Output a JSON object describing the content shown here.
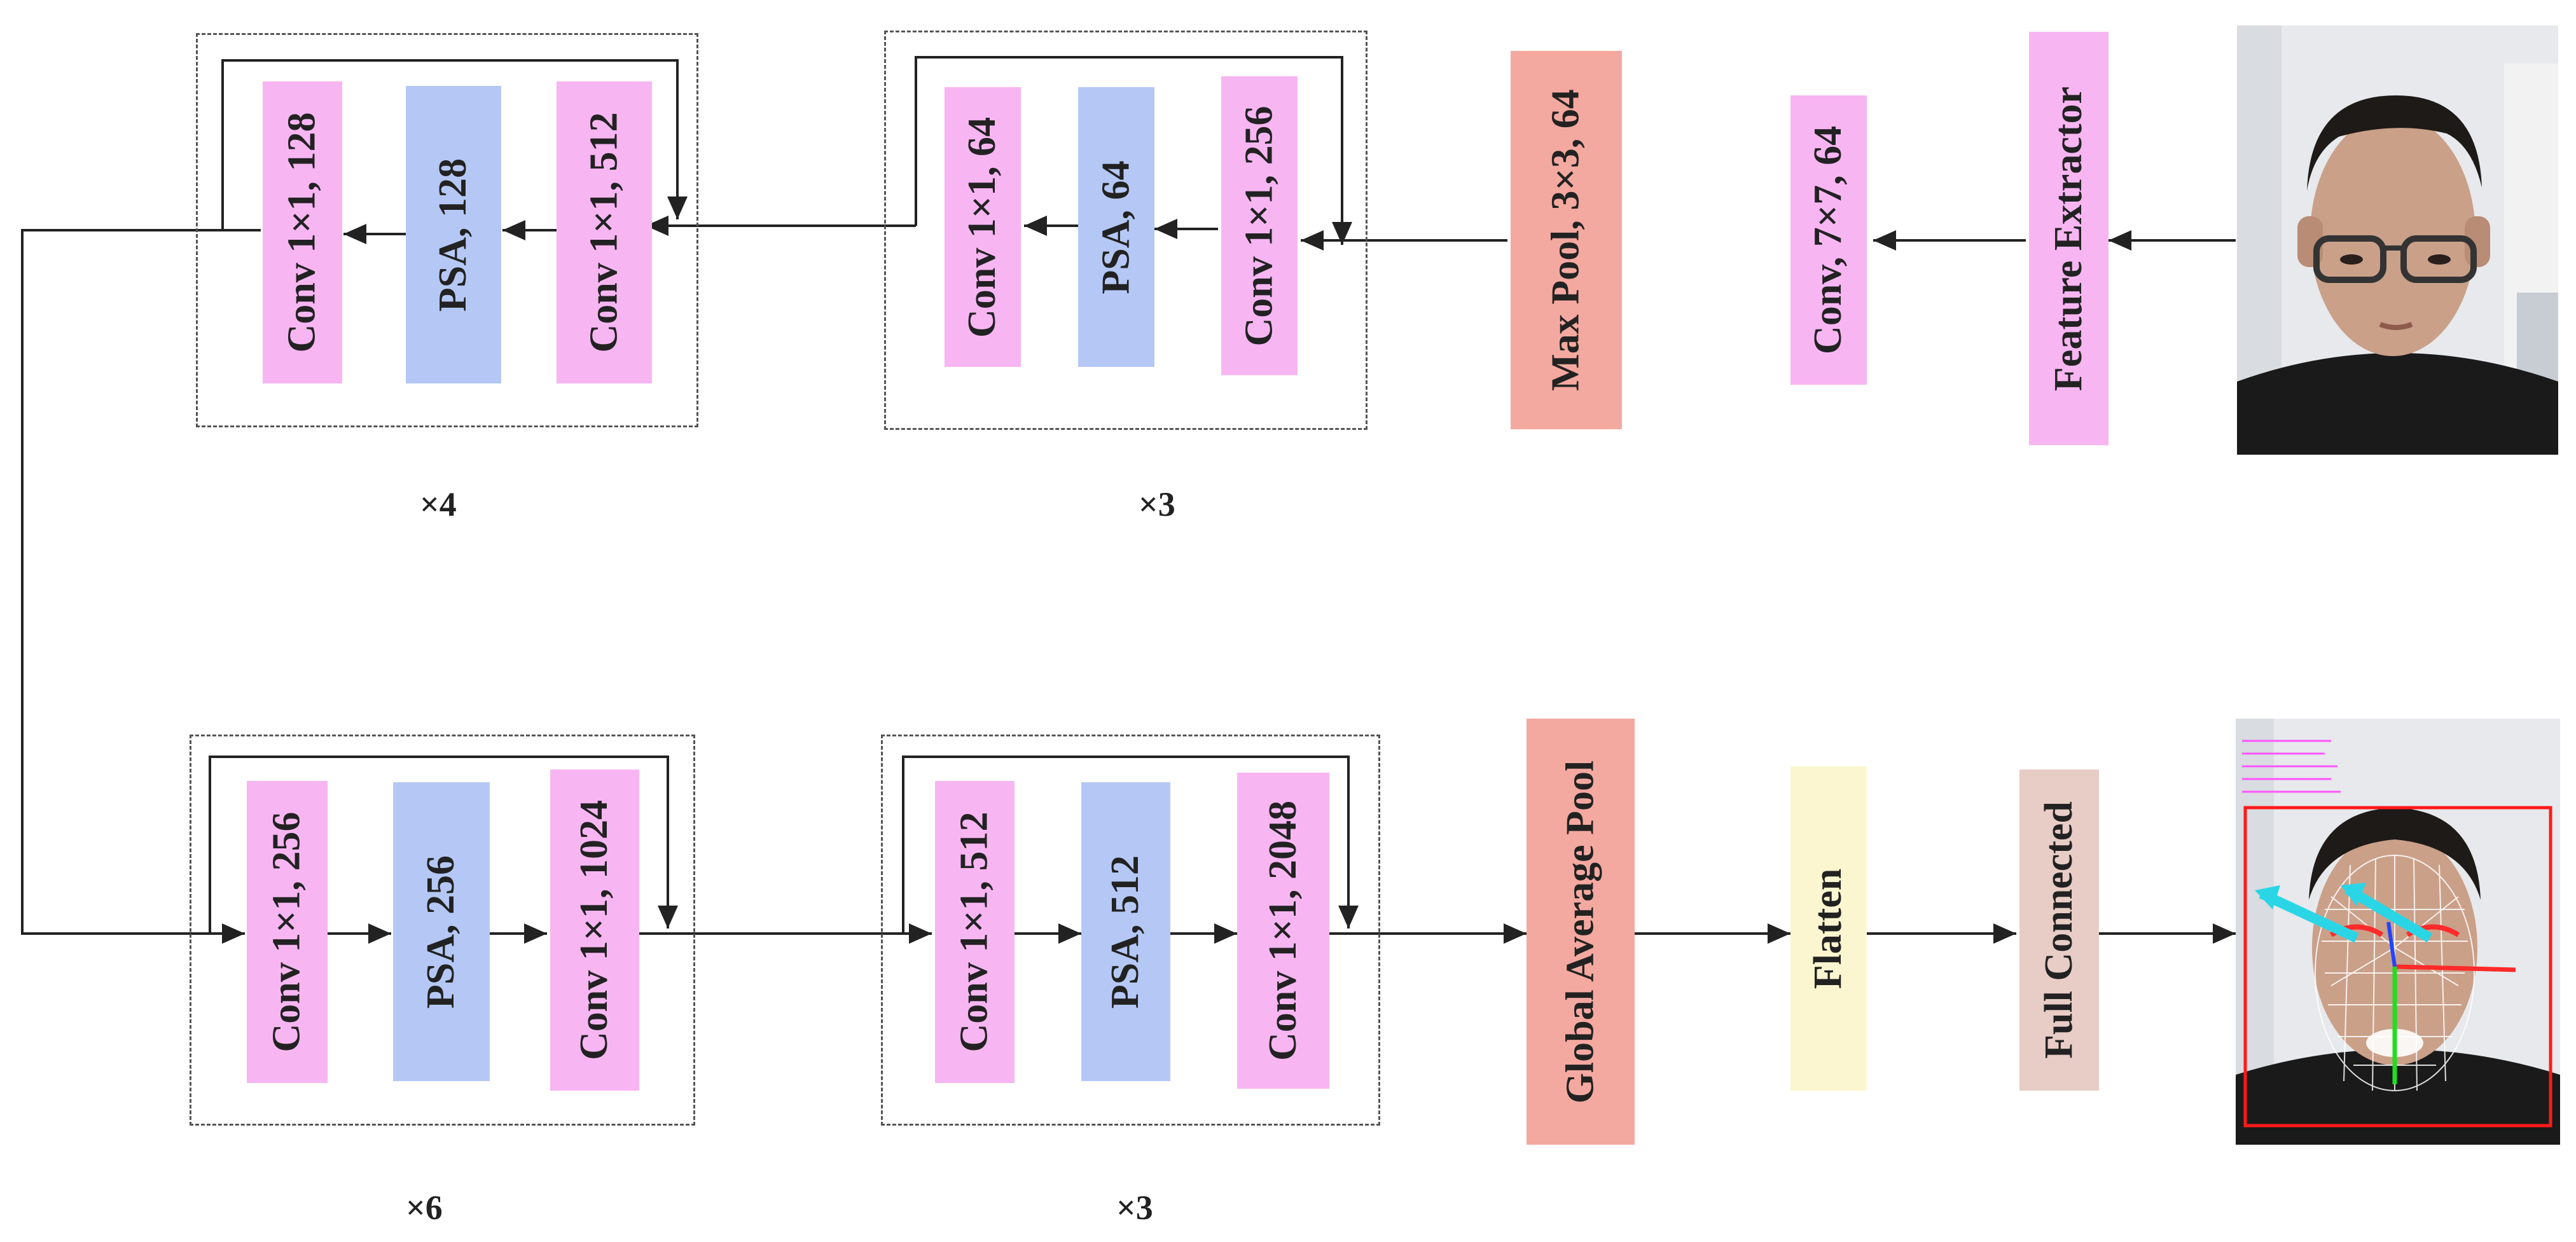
{
  "colors": {
    "conv": "#f7b6f2",
    "psa": "#b5c8f5",
    "pool": "#f4a9a0",
    "flatten": "#fbf6cf",
    "fc": "#e8ccc6"
  },
  "top_row": {
    "feature_extractor": "Feature Extractor",
    "conv7": "Conv, 7×7, 64",
    "max_pool": "Max Pool, 3×3, 64",
    "stage1": {
      "conv_a": "Conv 1×1, 64",
      "psa": "PSA, 64",
      "conv_b": "Conv 1×1, 256",
      "repeat": "×3"
    },
    "stage2": {
      "conv_a": "Conv 1×1, 128",
      "psa": "PSA, 128",
      "conv_b": "Conv 1×1, 512",
      "repeat": "×4"
    }
  },
  "bottom_row": {
    "stage3": {
      "conv_a": "Conv 1×1, 256",
      "psa": "PSA, 256",
      "conv_b": "Conv 1×1, 1024",
      "repeat": "×6"
    },
    "stage4": {
      "conv_a": "Conv 1×1, 512",
      "psa": "PSA, 512",
      "conv_b": "Conv 1×1, 2048",
      "repeat": "×3"
    },
    "global_pool": "Global Average Pool",
    "flatten": "Flatten",
    "full_connected": "Full Connected"
  },
  "icons": {
    "input": "face-photo-icon",
    "output": "face-mesh-gaze-output-icon"
  }
}
